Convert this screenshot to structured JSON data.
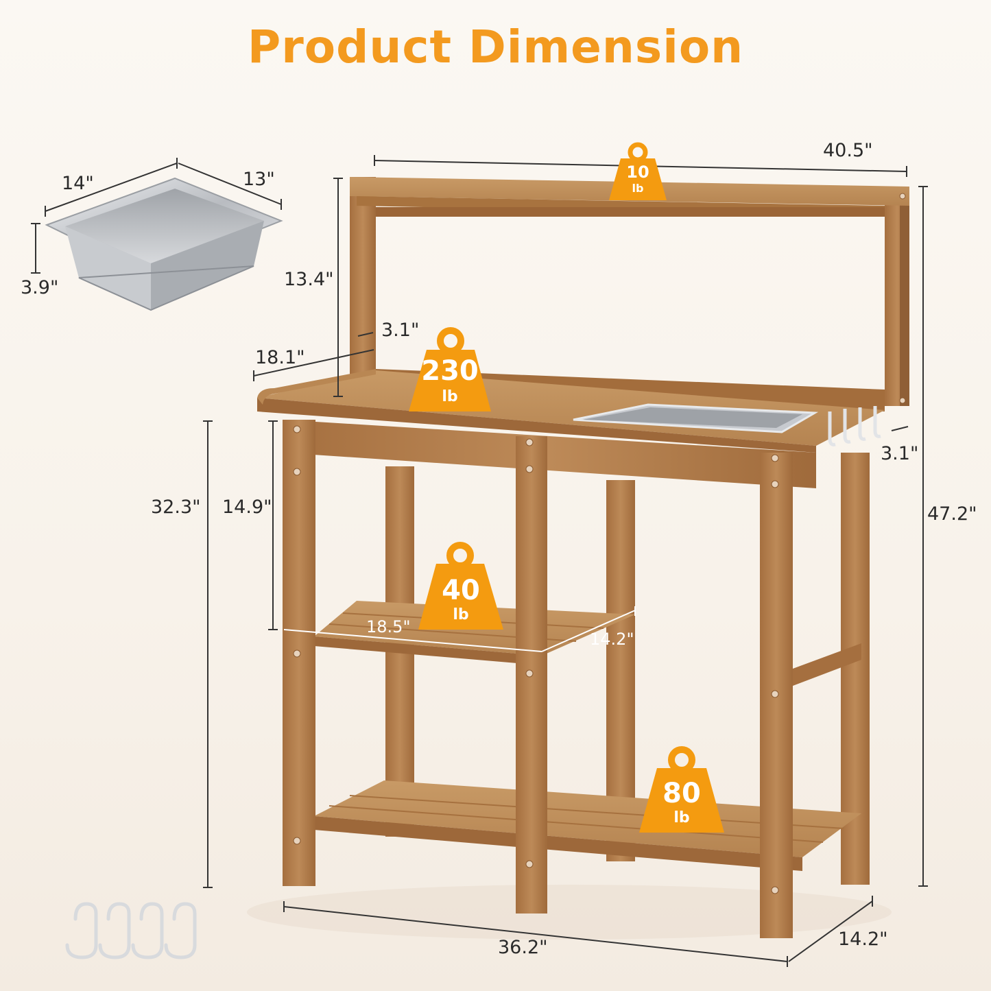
{
  "title": "Product Dimension",
  "colors": {
    "accent": "#f39a1f",
    "weight_badge": "#f49b10",
    "wood": "#b07a48",
    "wood_dark": "#8e5d34",
    "steel": "#c9ccd0"
  },
  "sink_dimensions": {
    "length": "14\"",
    "width": "13\"",
    "depth": "3.9\""
  },
  "bench_dimensions": {
    "top_width": "40.5\"",
    "upper_shelf_height": "13.4\"",
    "back_rail": "3.1\"",
    "depth_top": "18.1\"",
    "hook_rail": "3.1\"",
    "table_height": "32.3\"",
    "under_top_clearance": "14.9\"",
    "total_height": "47.2\"",
    "mid_shelf_width": "18.5\"",
    "mid_shelf_depth": "14.2\"",
    "base_width": "36.2\"",
    "base_depth": "14.2\""
  },
  "weights": {
    "top_shelf": {
      "value": "10",
      "unit": "lb"
    },
    "tabletop": {
      "value": "230",
      "unit": "lb"
    },
    "middle_shelf": {
      "value": "40",
      "unit": "lb"
    },
    "bottom_shelf": {
      "value": "80",
      "unit": "lb"
    }
  },
  "icons": [
    "sink-basin-icon",
    "weight-icon",
    "s-hook-icon"
  ]
}
